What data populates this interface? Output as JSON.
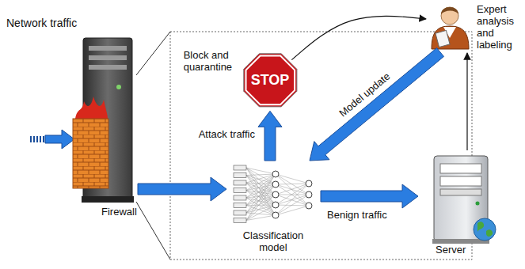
{
  "diagram": {
    "nodes": [
      {
        "text": [
          "Firewall"
        ]
      },
      {
        "text": [
          "Block and quarantine",
          "STOP"
        ]
      },
      {
        "text": [
          "Classification model"
        ]
      },
      {
        "text": [
          "Server"
        ]
      },
      {
        "text": [
          "Expert analysis and labeling"
        ]
      }
    ],
    "edges": [
      {
        "from": 0,
        "to": 2,
        "arrow": "to"
      },
      {
        "from": 2,
        "to": 1,
        "label": "Attack traffic",
        "arrow": "to"
      },
      {
        "from": 2,
        "to": 3,
        "label": "Benign traffic",
        "arrow": "to"
      },
      {
        "from": 4,
        "to": 2,
        "label": "Model update",
        "arrow": "to"
      },
      {
        "from": 3,
        "to": 4,
        "arrow": "to"
      },
      {
        "from": 1,
        "to": 4,
        "arrow": "to"
      }
    ],
    "labels": [
      "Network traffic"
    ]
  }
}
